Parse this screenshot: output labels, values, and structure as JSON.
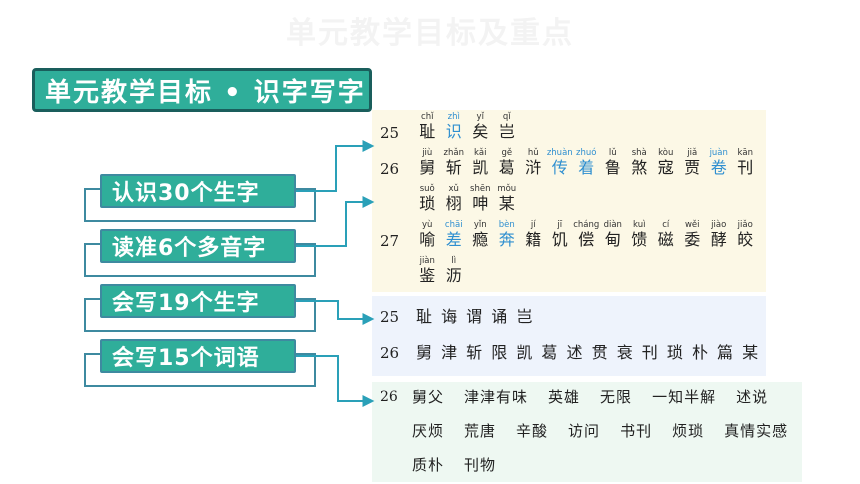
{
  "slide_title": "单元教学目标及重点",
  "section_tag": "单元教学目标 • 识字写字",
  "goals": [
    {
      "label": "认识30个生字"
    },
    {
      "label": "读准6个多音字"
    },
    {
      "label": "会写19个生字"
    },
    {
      "label": "会写15个词语"
    }
  ],
  "colors": {
    "accent": "#2fae9a",
    "arrow": "#2aa0b8",
    "polyphone": "#2f8fd0"
  },
  "recognize": {
    "rows": [
      {
        "num": "25",
        "chars": [
          {
            "py": "chǐ",
            "hz": "耻"
          },
          {
            "py": "zhì",
            "hz": "识",
            "poly": true
          },
          {
            "py": "yǐ",
            "hz": "矣"
          },
          {
            "py": "qǐ",
            "hz": "岂"
          }
        ]
      },
      {
        "num": "26",
        "chars": [
          {
            "py": "jiù",
            "hz": "舅"
          },
          {
            "py": "zhǎn",
            "hz": "斩"
          },
          {
            "py": "kǎi",
            "hz": "凯"
          },
          {
            "py": "gě",
            "hz": "葛"
          },
          {
            "py": "hǔ",
            "hz": "浒"
          },
          {
            "py": "zhuàn",
            "hz": "传",
            "poly": true
          },
          {
            "py": "zhuó",
            "hz": "着",
            "poly": true
          },
          {
            "py": "lǔ",
            "hz": "鲁"
          },
          {
            "py": "shà",
            "hz": "煞"
          },
          {
            "py": "kòu",
            "hz": "寇"
          },
          {
            "py": "jiǎ",
            "hz": "贾"
          },
          {
            "py": "juàn",
            "hz": "卷",
            "poly": true
          },
          {
            "py": "kān",
            "hz": "刊"
          }
        ]
      },
      {
        "num": "",
        "chars": [
          {
            "py": "suǒ",
            "hz": "琐"
          },
          {
            "py": "xǔ",
            "hz": "栩"
          },
          {
            "py": "shēn",
            "hz": "呻"
          },
          {
            "py": "mǒu",
            "hz": "某"
          }
        ]
      },
      {
        "num": "27",
        "chars": [
          {
            "py": "yù",
            "hz": "喻"
          },
          {
            "py": "chāi",
            "hz": "差",
            "poly": true
          },
          {
            "py": "yǐn",
            "hz": "瘾"
          },
          {
            "py": "bèn",
            "hz": "奔",
            "poly": true
          },
          {
            "py": "jí",
            "hz": "籍"
          },
          {
            "py": "jī",
            "hz": "饥"
          },
          {
            "py": "cháng",
            "hz": "偿"
          },
          {
            "py": "diàn",
            "hz": "甸"
          },
          {
            "py": "kuì",
            "hz": "馈"
          },
          {
            "py": "cí",
            "hz": "磁"
          },
          {
            "py": "wěi",
            "hz": "委"
          },
          {
            "py": "jiào",
            "hz": "酵"
          },
          {
            "py": "jiǎo",
            "hz": "皎"
          }
        ]
      },
      {
        "num": "",
        "chars": [
          {
            "py": "jiàn",
            "hz": "鉴"
          },
          {
            "py": "lì",
            "hz": "沥"
          }
        ]
      }
    ]
  },
  "write_chars": {
    "rows": [
      {
        "num": "25",
        "text": "耻 诲 谓 诵 岂"
      },
      {
        "num": "26",
        "text": "舅 津 斩 限 凯 葛 述 贯 衰 刊 琐 朴 篇 某"
      }
    ]
  },
  "write_words": {
    "rows": [
      {
        "num": "26",
        "words": [
          "舅父",
          "津津有味",
          "英雄",
          "无限",
          "一知半解",
          "述说"
        ]
      },
      {
        "num": "",
        "words": [
          "厌烦",
          "荒唐",
          "辛酸",
          "访问",
          "书刊",
          "烦琐",
          "真情实感"
        ]
      },
      {
        "num": "",
        "words": [
          "质朴",
          "刊物"
        ]
      }
    ]
  }
}
